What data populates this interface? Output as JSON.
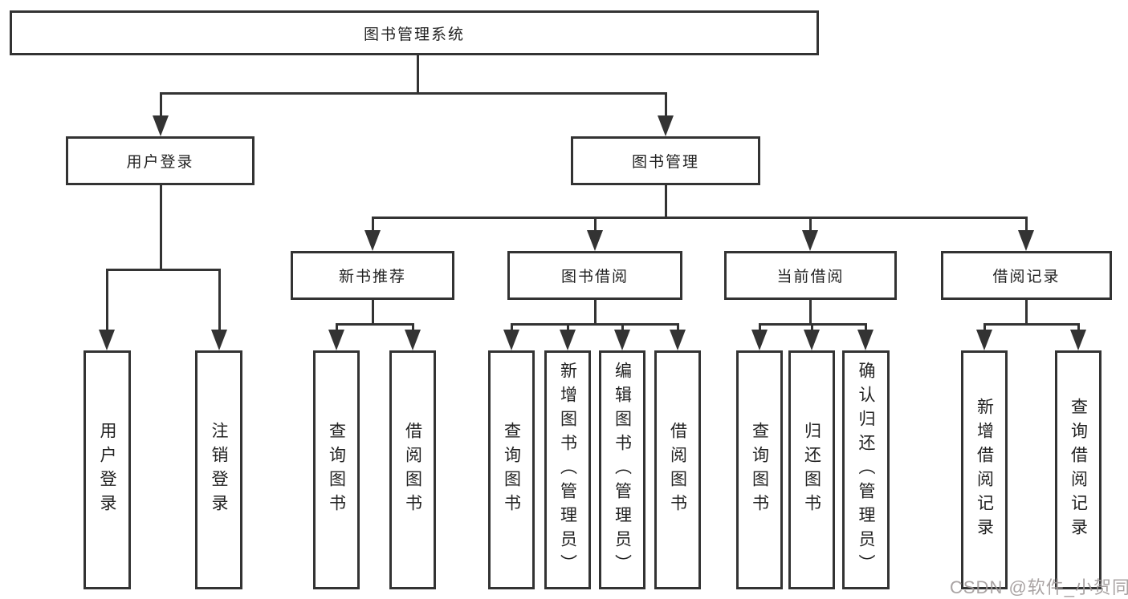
{
  "diagram": {
    "root": "图书管理系统",
    "level2": {
      "user_login": "用户登录",
      "book_mgmt": "图书管理"
    },
    "level3": {
      "new_book_rec": "新书推荐",
      "book_borrow": "图书借阅",
      "current_borrow": "当前借阅",
      "borrow_record": "借阅记录"
    },
    "leaves": {
      "user_login": [
        "用户登录",
        "注销登录"
      ],
      "new_book_rec": [
        "查询图书",
        "借阅图书"
      ],
      "book_borrow": [
        "查询图书",
        "新增图书（管理员）",
        "编辑图书（管理员）",
        "借阅图书"
      ],
      "current_borrow": [
        "查询图书",
        "归还图书",
        "确认归还（管理员）"
      ],
      "borrow_record": [
        "新增借阅记录",
        "查询借阅记录"
      ]
    }
  },
  "watermark": "CSDN @软件_小贺同学",
  "colors": {
    "line": "#333333",
    "text": "#222222",
    "watermark": "#a09a9a",
    "background": "#ffffff"
  }
}
